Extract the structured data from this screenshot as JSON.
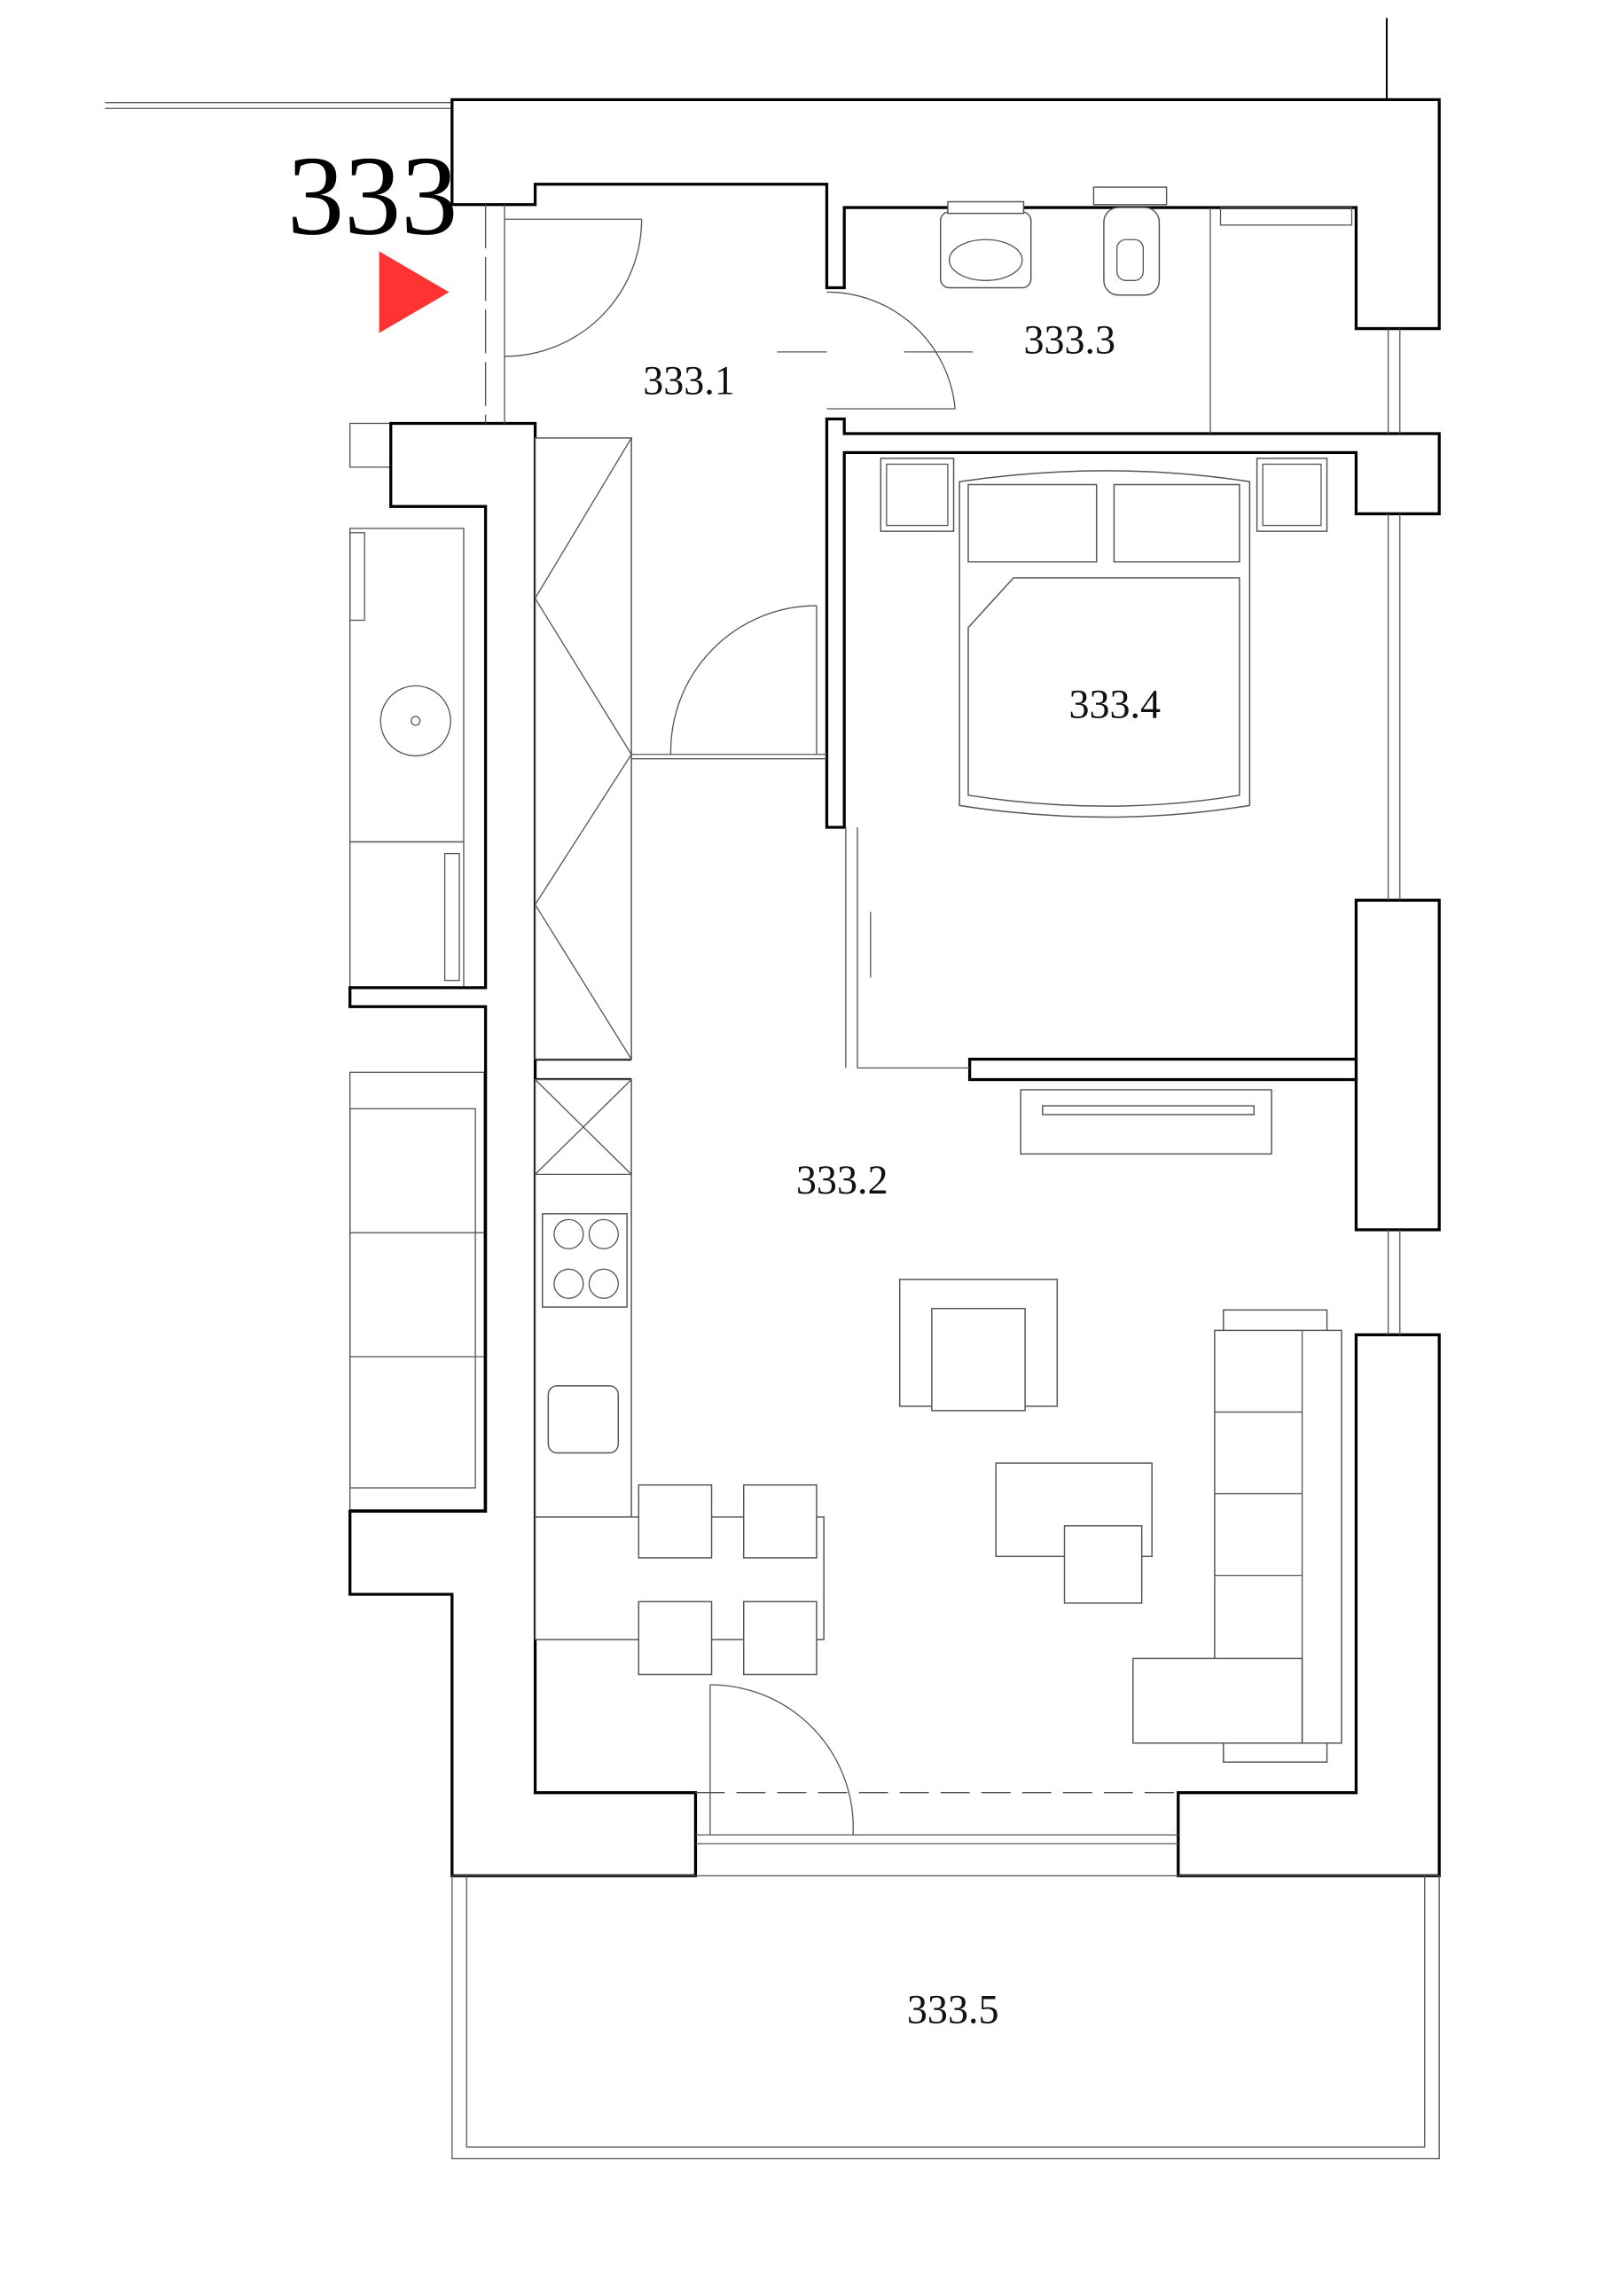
{
  "apartment": {
    "number": "333",
    "entrance_marker_color": "#ff3333"
  },
  "rooms": [
    {
      "id": "333.1"
    },
    {
      "id": "333.2"
    },
    {
      "id": "333.3"
    },
    {
      "id": "333.4"
    },
    {
      "id": "333.5"
    }
  ]
}
